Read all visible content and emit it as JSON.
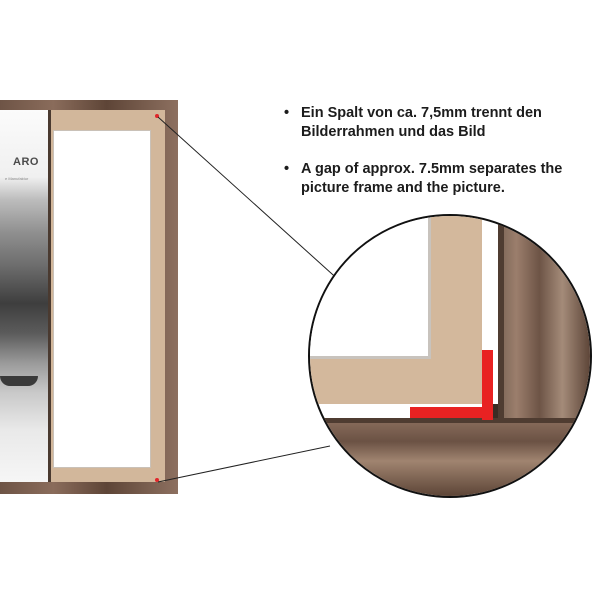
{
  "product": {
    "brand_text": "ARO",
    "brand_subtitle": "e Manufaktur"
  },
  "notes": [
    "Ein Spalt von ca. 7,5mm trennt den Bilderrahmen und das Bild",
    "A gap of approx. 7.5mm separates the picture frame and the picture."
  ],
  "colors": {
    "frame_wood": "#7a6152",
    "backing_board": "#d2b79b",
    "gap_highlight": "#e82222",
    "callout_line": "#222222"
  }
}
